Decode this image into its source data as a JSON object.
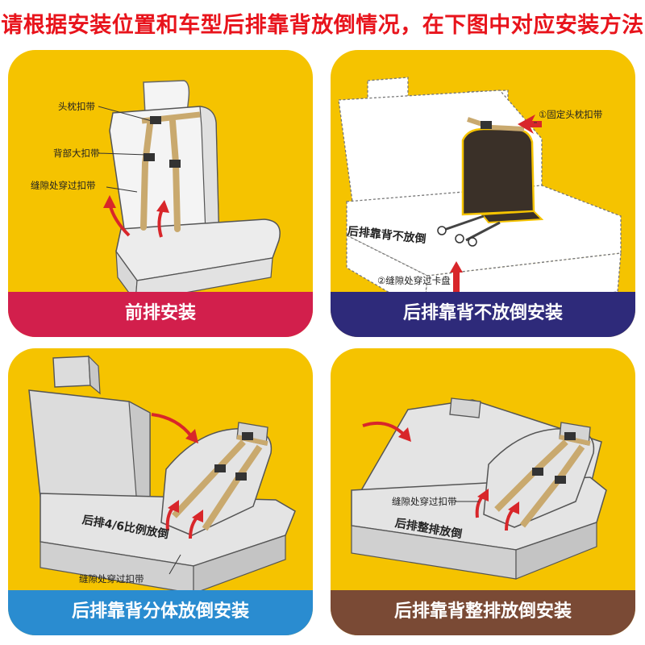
{
  "page": {
    "title": "请根据安装位置和车型后排靠背放倒情况，在下图中对应安装方法"
  },
  "colors": {
    "title": "#e8141c",
    "panel_bg": "#f5c300",
    "seat_fill": "#dcdcdc",
    "strap": "#c9a96e",
    "arrow": "#d8262a",
    "cover": "#3a3028",
    "banner_front": "#d21f4c",
    "banner_rear_upright": "#2e2a7a",
    "banner_rear_split": "#2a8cd0",
    "banner_rear_whole": "#7a4a35"
  },
  "panels": {
    "front": {
      "banner": "前排安装",
      "labels": {
        "headrest_strap": "头枕扣带",
        "back_strap": "背部大扣带",
        "gap_strap": "缝隙处穿过扣带"
      }
    },
    "rear_upright": {
      "banner": "后排靠背不放倒安装",
      "labels": {
        "fix_headrest": "①固定头枕扣带",
        "gap_disc": "②缝隙处穿过卡盘"
      },
      "seat_text": "后排靠背不放倒"
    },
    "rear_split": {
      "banner": "后排靠背分体放倒安装",
      "labels": {
        "gap_strap": "缝隙处穿过扣带"
      },
      "seat_text": "后排4/6比例放倒"
    },
    "rear_whole": {
      "banner": "后排靠背整排放倒安装",
      "labels": {
        "gap_strap": "缝隙处穿过扣带"
      },
      "seat_text": "后排整排放倒"
    }
  }
}
